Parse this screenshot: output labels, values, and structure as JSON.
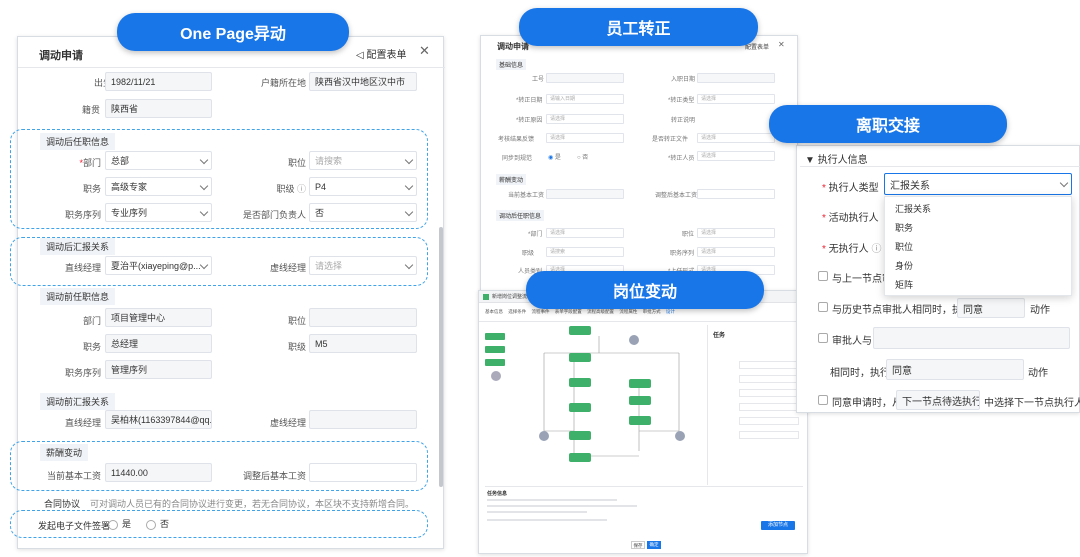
{
  "pills": {
    "one_page": "One Page异动",
    "staff": "员工转正",
    "resign": "离职交接",
    "position": "岗位变动"
  },
  "left": {
    "title": "调动申请",
    "config": "配置表单",
    "birth_label": "出生日期",
    "birth_value": "1982/11/21",
    "hukou_label": "户籍所在地",
    "hukou_value": "陕西省汉中地区汉中市",
    "native_label": "籍贯",
    "native_value": "陕西省",
    "sec_after": "调动后任职信息",
    "dept_label": "部门",
    "dept_value": "总部",
    "pos_label": "职位",
    "pos_ph": "请搜索",
    "duty_label": "职务",
    "duty_value": "高级专家",
    "level_label": "职级",
    "level_value": "P4",
    "seq_label": "职务序列",
    "seq_value": "专业序列",
    "head_label": "是否部门负责人",
    "head_value": "否",
    "sec_after_report": "调动后汇报关系",
    "mgr_label": "直线经理",
    "mgr_value": "夏治平(xiayeping@p...",
    "vmgr_label": "虚线经理",
    "vmgr_ph": "请选择",
    "sec_before": "调动前任职信息",
    "bdept_label": "部门",
    "bdept_value": "项目管理中心",
    "bpos_label": "职位",
    "bpos_value": "",
    "bduty_label": "职务",
    "bduty_value": "总经理",
    "blevel_label": "职级",
    "blevel_value": "M5",
    "bseq_label": "职务序列",
    "bseq_value": "管理序列",
    "sec_before_report": "调动前汇报关系",
    "bmgr_label": "直线经理",
    "bmgr_value": "吴柏林(1163397844@qq.c...",
    "bvmgr_label": "虚线经理",
    "bvmgr_value": "",
    "sec_salary": "薪酬变动",
    "cur_sal_label": "当前基本工资",
    "cur_sal_value": "11440.00",
    "new_sal_label": "调整后基本工资",
    "new_sal_value": "",
    "contract_label": "合同协议",
    "contract_note": "可对调动人员已有的合同协议进行变更，若无合同协议，本区块不支持新增合同。",
    "esign_label": "发起电子文件签署",
    "yes": "是",
    "no": "否"
  },
  "staff": {
    "title": "调动申请",
    "config": "配置表单",
    "sec1": "基础信息",
    "l1": "工号",
    "r1": "入职日期",
    "l2": "*转正日期",
    "l2v": "请输入日期",
    "r2": "*转正类型",
    "r2v": "请选择",
    "l3": "*转正原因",
    "l3v": "请选择",
    "r3": "转正说明",
    "l4": "考核结果反馈",
    "l4v": "请选择",
    "r4": "是否转正文件",
    "r4v": "请选择",
    "l5": "同步到规范",
    "l5a": "是",
    "l5b": "否",
    "r5": "*转正人员",
    "r5v": "请选择",
    "sec2": "薪酬变动",
    "l6": "当前基本工资",
    "r6": "调整后基本工资",
    "sec3": "调动后任职信息",
    "l7": "*部门",
    "l7v": "请选择",
    "r7": "职位",
    "r7v": "请选择",
    "l8": "职级",
    "l8v": "请搜索",
    "r8": "职务序列",
    "r8v": "请选择",
    "l9": "人员类别",
    "l9v": "请选择",
    "r9": "*上任形式",
    "r9v": "请选择"
  },
  "resign": {
    "section": "执行人信息",
    "type_label": "执行人类型",
    "type_value": "汇报关系",
    "options": [
      "汇报关系",
      "职务",
      "职位",
      "身份",
      "矩阵"
    ],
    "active_label": "活动执行人",
    "none_label": "无执行人",
    "prev_label": "与上一节点审",
    "hist_label": "与历史节点审批人相同时，执行",
    "hist_value": "同意",
    "action": "动作",
    "approver_label": "审批人与",
    "same_label": "相同时，执行",
    "same_value": "同意",
    "same_action": "动作",
    "agree_label": "同意申请时，从",
    "agree_value": "下一节点待选执行人",
    "agree_suffix": "中选择下一节点执行人"
  },
  "pos": {
    "window_title": "新增岗位调整流程",
    "tabs": [
      "基本信息",
      "选择条件",
      "流程事件",
      "表单字段配置",
      "流程高级配置",
      "流程属性",
      "审批方式",
      "设计"
    ],
    "right_title": "任务",
    "detail_title": "任务信息",
    "btn_save": "保存",
    "btn_confirm": "确定",
    "btn_add": "添加节点"
  },
  "colors": {
    "accent": "#1976e8",
    "dash": "#3fa3ea",
    "node": "#3fb06a"
  }
}
